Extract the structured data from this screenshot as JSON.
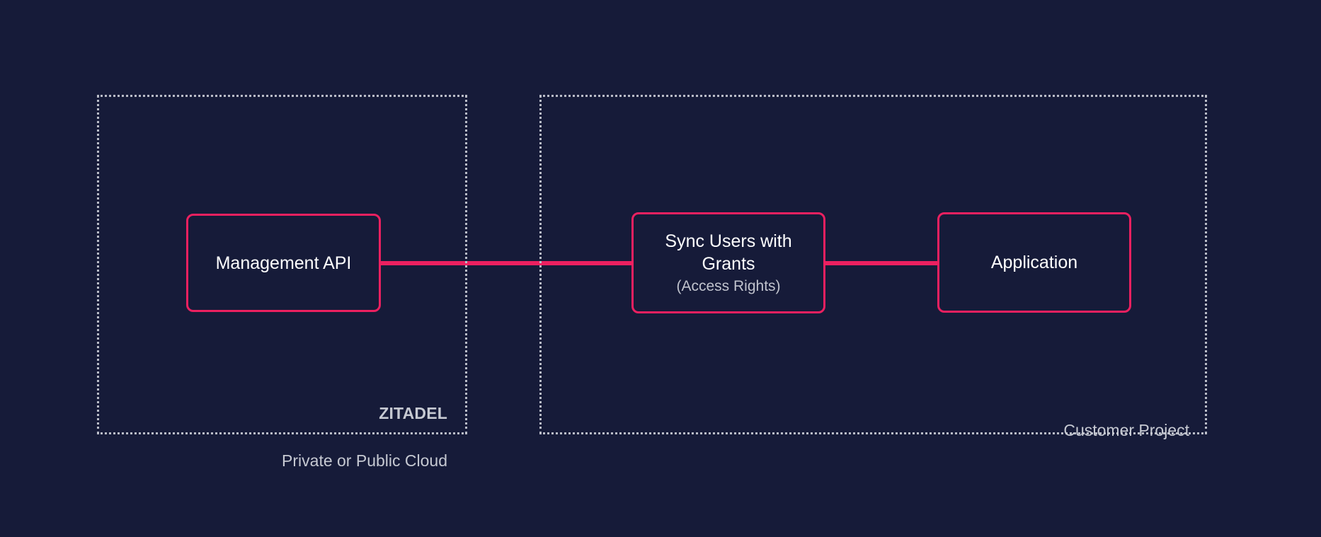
{
  "diagram": {
    "background_color": "#161b39",
    "accent_color": "#ec2060",
    "muted_text_color": "#c6c9d2",
    "zones": [
      {
        "id": "zitadel",
        "caption_title": "ZITADEL",
        "caption_subtitle": "Private or Public Cloud",
        "border_style": "dotted"
      },
      {
        "id": "customer",
        "caption_title": "Customer Project",
        "border_style": "dotted"
      }
    ],
    "nodes": [
      {
        "id": "management-api",
        "title": "Management API",
        "subtitle": ""
      },
      {
        "id": "sync-users",
        "title": "Sync Users with Grants",
        "subtitle": "(Access Rights)"
      },
      {
        "id": "application",
        "title": "Application",
        "subtitle": ""
      }
    ],
    "connectors": [
      {
        "id": "mgmt-to-sync",
        "from": "management-api",
        "to": "sync-users"
      },
      {
        "id": "sync-to-app",
        "from": "sync-users",
        "to": "application"
      }
    ]
  }
}
